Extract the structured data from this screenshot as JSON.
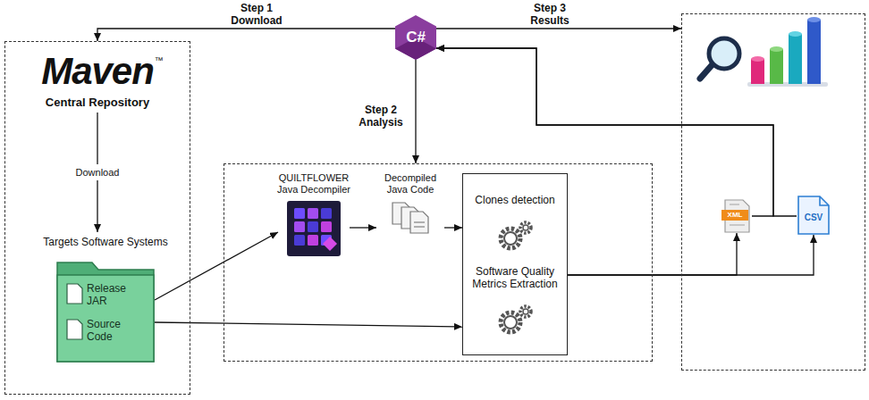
{
  "diagram": {
    "nodes": [
      {
        "text": []
      },
      {
        "text": [
          "Maven",
          "Central Repository"
        ],
        "in": 0
      },
      {
        "text": [
          "Targets Software Systems",
          "Release JAR",
          "Source Code"
        ],
        "in": 0
      },
      {
        "text": [
          "C#"
        ]
      },
      {
        "text": []
      },
      {
        "text": [
          "QUILTFLOWER Java Decompiler"
        ],
        "in": 4
      },
      {
        "text": [
          "Decompiled Java Code"
        ],
        "in": 4
      },
      {
        "text": [
          "Clones detection",
          "Software Quality Metrics Extraction"
        ],
        "in": 4
      },
      {
        "text": []
      },
      {
        "text": [
          "XML"
        ],
        "in": 8
      },
      {
        "text": [
          "CSV"
        ],
        "in": 8
      }
    ],
    "edges": [
      {
        "from": 3,
        "to": 0,
        "label": "Step 1 Download",
        "arrow": "to"
      },
      {
        "from": 1,
        "to": 2,
        "label": "Download",
        "arrow": "to"
      },
      {
        "from": 3,
        "to": 4,
        "label": "Step 2 Analysis",
        "arrow": "to"
      },
      {
        "from": 3,
        "to": 8,
        "label": "Step 3 Results",
        "arrow": "to"
      },
      {
        "from": 2,
        "to": 5,
        "arrow": "to"
      },
      {
        "from": 2,
        "to": 7,
        "arrow": "to"
      },
      {
        "from": 5,
        "to": 6,
        "arrow": "to"
      },
      {
        "from": 6,
        "to": 7,
        "arrow": "to"
      },
      {
        "from": 7,
        "to": 9,
        "arrow": "to"
      },
      {
        "from": 7,
        "to": 10,
        "arrow": "to"
      },
      {
        "from": 9,
        "to": 3,
        "arrow": "to"
      },
      {
        "from": 10,
        "to": 3,
        "arrow": "to"
      }
    ],
    "labels": [
      "™"
    ]
  }
}
